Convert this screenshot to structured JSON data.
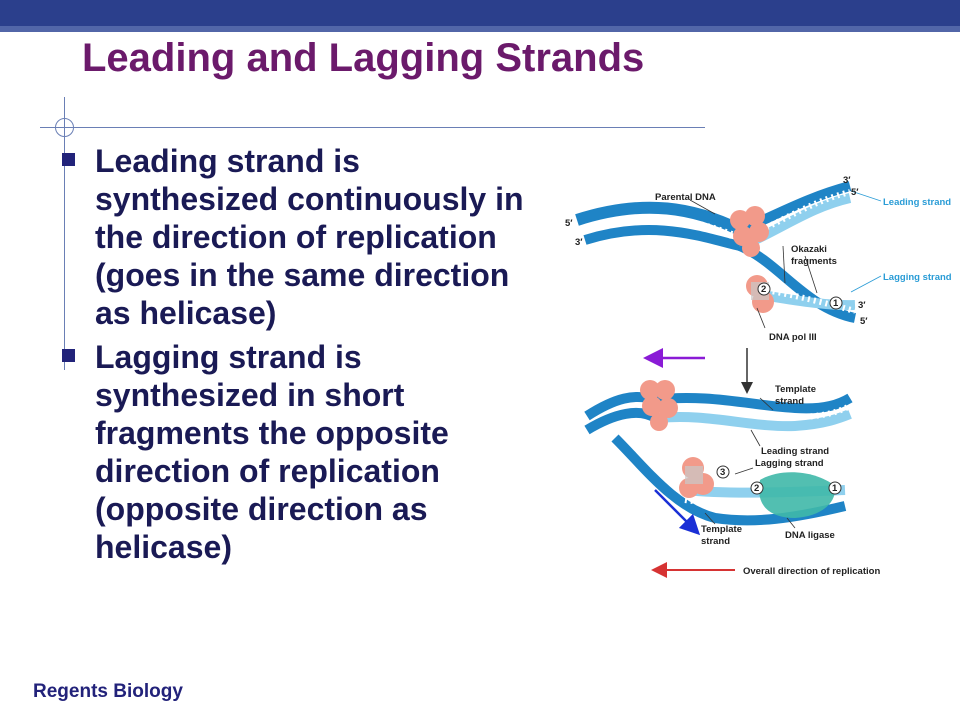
{
  "slide": {
    "title": "Leading and Lagging Strands",
    "footer": "Regents Biology"
  },
  "bullets": [
    {
      "text": "Leading strand is synthesized continuously in the direction of replication (goes in the same direction as helicase)"
    },
    {
      "text": "Lagging strand is synthesized in short fragments the opposite direction of replication (opposite direction as helicase)"
    }
  ],
  "diagram": {
    "labels": {
      "parental_dna": "Parental DNA",
      "leading_strand": "Leading strand",
      "lagging_strand": "Lagging strand",
      "okazaki_1": "Okazaki",
      "okazaki_2": "fragments",
      "dna_pol": "DNA pol III",
      "template_1": "Template",
      "template_2": "strand",
      "leading_strand_2": "Leading strand",
      "lagging_strand_2": "Lagging strand",
      "template_b1": "Template",
      "template_b2": "strand",
      "dna_ligase": "DNA ligase",
      "overall": "Overall direction of replication",
      "prime_3_a": "3′",
      "prime_5_a": "5′",
      "prime_5_b": "5′",
      "prime_3_b": "3′",
      "prime_3_c": "3′",
      "prime_5_c": "5′",
      "num_2_top": "2",
      "num_1_top": "1",
      "num_3_bottom": "3",
      "num_2_bottom": "2",
      "num_1_bottom": "1"
    },
    "colors": {
      "dark_strand": "#1f84c6",
      "light_strand": "#8fd0ee",
      "enzyme": "#f29a8a",
      "ligase": "#3fb8a8",
      "purple_arrow": "#8a1bd6",
      "blue_arrow": "#1a2fd6",
      "red_arrow": "#d63333"
    }
  }
}
